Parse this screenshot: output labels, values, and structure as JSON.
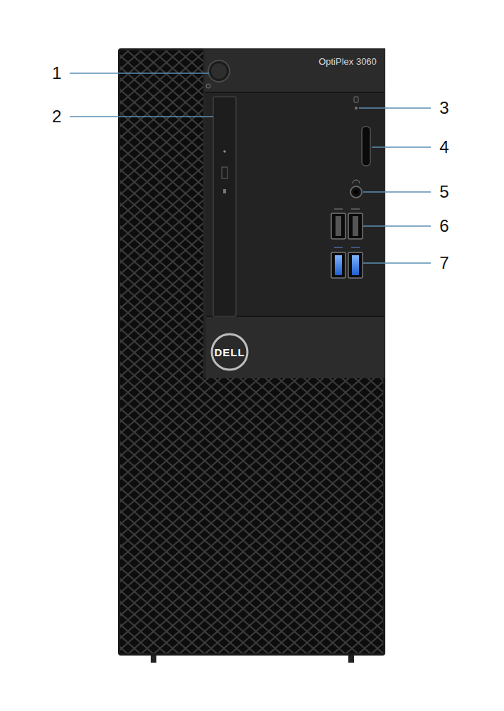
{
  "diagram": {
    "labels": [
      "1",
      "2",
      "3",
      "4",
      "5",
      "6",
      "7",
      "OptiPlex 3060",
      "DELL"
    ]
  }
}
